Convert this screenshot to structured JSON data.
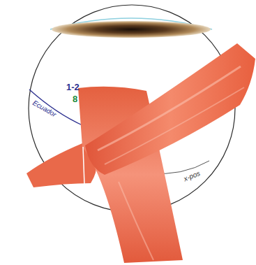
{
  "diagram": {
    "labels": [
      "1-2",
      "8",
      "Ecuador",
      "x-pos"
    ]
  }
}
